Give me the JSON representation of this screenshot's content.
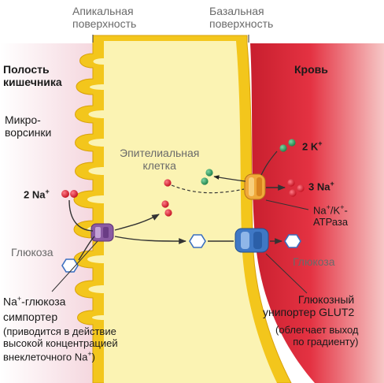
{
  "labels": {
    "apical": "Апикальная\nповерхность",
    "basal": "Базальная\nповерхность",
    "lumen": "Полость\nкишечника",
    "blood": "Кровь",
    "microvilli": "Микро-\nворсинки",
    "cell": "Эпителиальная\nклетка",
    "na_in": "2 Na",
    "na_in_sup": "+",
    "k_out": "2 K",
    "k_out_sup": "+",
    "na_out": "3 Na",
    "na_out_sup": "+",
    "atpase_1": "Na",
    "atpase_1_sup1": "+",
    "atpase_1_mid": "/K",
    "atpase_1_sup2": "+",
    "atpase_1_end": "-",
    "atpase_2": "АТРаза",
    "glucose_left": "Глюкоза",
    "glucose_right": "Глюкоза",
    "symporter_1a": "Na",
    "symporter_1sup": "+",
    "symporter_1b": "-глюкоза",
    "symporter_2": "симпортер",
    "symporter_3": "(приводится в действие\nвысокой концентрацией\nвнеклеточного Na",
    "symporter_3sup": "+",
    "symporter_3end": ")",
    "glut_1": "Глюкозный\nунипортер GLUT2",
    "glut_2": "(облегчает выход\nпо градиенту)"
  },
  "colors": {
    "membrane": "#f3c61c",
    "membrane_edge": "#e2a80c",
    "cytoplasm": "#fbf3b3",
    "lumen_tint": "#f2c9d4",
    "blood": "#e0293a",
    "sodium": "#d7192e",
    "potassium": "#249a5a",
    "glucose_edge": "#3a6fc0",
    "symporter": "#7d4a93",
    "atpase": "#e9962d",
    "glut2": "#3f78c5"
  }
}
